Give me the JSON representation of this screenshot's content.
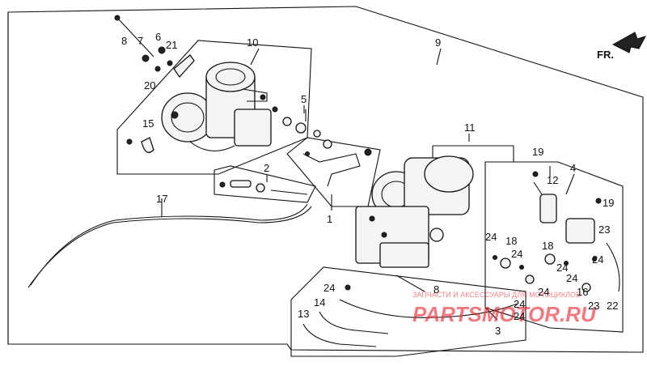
{
  "direction": "FR.",
  "callouts": {
    "c1": "1",
    "c2": "2",
    "c3": "3",
    "c4": "4",
    "c5": "5",
    "c6": "6",
    "c7": "7",
    "c8a": "8",
    "c8b": "8",
    "c9": "9",
    "c10": "10",
    "c11": "11",
    "c12": "12",
    "c13": "13",
    "c14": "14",
    "c15": "15",
    "c16": "16",
    "c17": "17",
    "c18a": "18",
    "c18b": "18",
    "c19a": "19",
    "c19b": "19",
    "c20": "20",
    "c21": "21",
    "c22": "22",
    "c23a": "23",
    "c23b": "23",
    "c24a": "24",
    "c24b": "24",
    "c24c": "24",
    "c24d": "24",
    "c24e": "24",
    "c24f": "24",
    "c24g": "24",
    "c24h": "24",
    "c24i": "24"
  },
  "watermark": {
    "tagline": "ЗАПЧАСТИ И АКСЕССУАРЫ ДЛЯ МОТОЦИКЛОВ",
    "brand": "PARTSMOTOR.RU"
  },
  "colors": {
    "line": "#111111",
    "watermark": "#e8202a",
    "background": "#ffffff"
  }
}
